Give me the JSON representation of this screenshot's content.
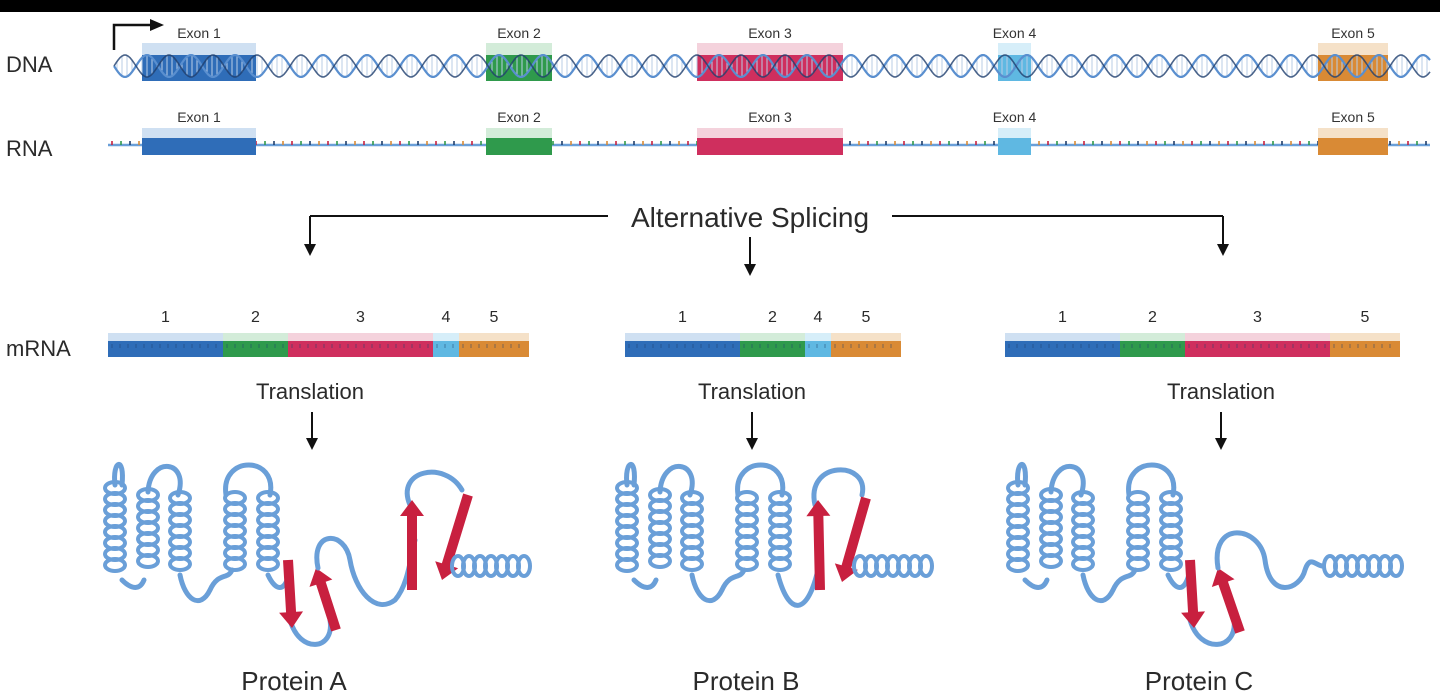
{
  "labels": {
    "dna": "DNA",
    "rna": "RNA",
    "mrna": "mRNA",
    "alt_splicing": "Alternative Splicing",
    "translation": "Translation"
  },
  "colors": {
    "strand": "#6a9fd8",
    "arrow": "#111111",
    "helix": "#6a9fd8",
    "sheet": "#c8203f"
  },
  "exons": [
    {
      "id": 1,
      "label": "Exon  1",
      "color": "#2f6db8",
      "light": "#cfe0f2"
    },
    {
      "id": 2,
      "label": "Exon 2",
      "color": "#2f9a4c",
      "light": "#d3ecd9"
    },
    {
      "id": 3,
      "label": "Exon  3",
      "color": "#cf2f5e",
      "light": "#f4d2dc"
    },
    {
      "id": 4,
      "label": "Exon 4",
      "color": "#5fb8e2",
      "light": "#d6eef9"
    },
    {
      "id": 5,
      "label": "Exon 5",
      "color": "#d98a35",
      "light": "#f5e1c8"
    }
  ],
  "isoforms": [
    {
      "id": "A",
      "exon_ids": [
        1,
        2,
        3,
        4,
        5
      ],
      "numbers": [
        "1",
        "2",
        "3",
        "4",
        "5"
      ],
      "protein": "Protein A"
    },
    {
      "id": "B",
      "exon_ids": [
        1,
        2,
        4,
        5
      ],
      "numbers": [
        "1",
        "2",
        "4",
        "5"
      ],
      "protein": "Protein B"
    },
    {
      "id": "C",
      "exon_ids": [
        1,
        2,
        3,
        5
      ],
      "numbers": [
        "1",
        "2",
        "3",
        "5"
      ],
      "protein": "Protein C"
    }
  ]
}
